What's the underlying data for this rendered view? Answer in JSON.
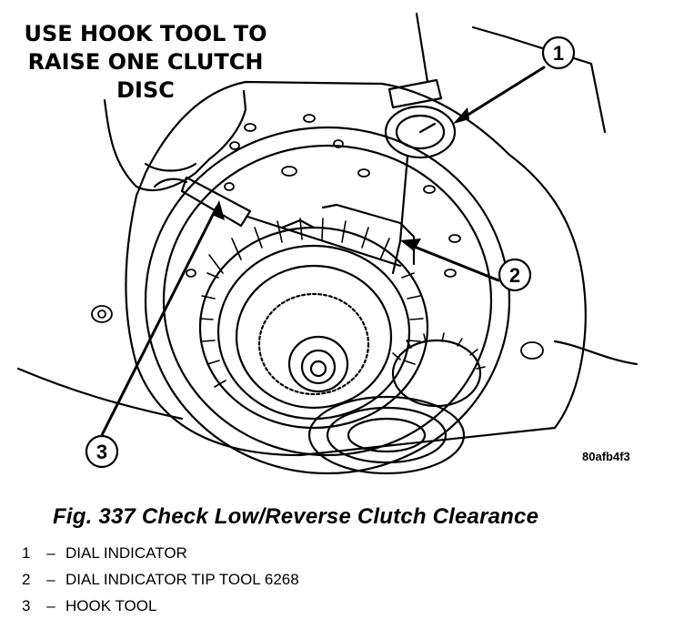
{
  "callout": {
    "lines": [
      "USE HOOK TOOL TO",
      "RAISE ONE CLUTCH",
      "DISC"
    ]
  },
  "markers": [
    "1",
    "2",
    "3"
  ],
  "figure_code": "80afb4f3",
  "caption": "Fig. 337 Check Low/Reverse Clutch Clearance",
  "legend": [
    {
      "num": "1",
      "sep": "–",
      "label": "DIAL INDICATOR"
    },
    {
      "num": "2",
      "sep": "–",
      "label": "DIAL INDICATOR TIP TOOL 6268"
    },
    {
      "num": "3",
      "sep": "–",
      "label": "HOOK TOOL"
    }
  ]
}
